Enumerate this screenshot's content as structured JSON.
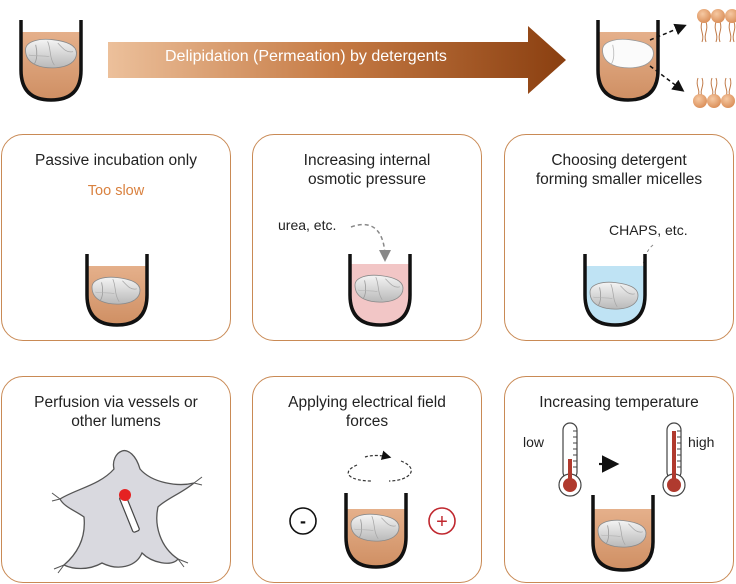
{
  "header": {
    "arrow_label": "Delipidation (Permeation) by detergents"
  },
  "panels": [
    {
      "title": "Passive incubation only",
      "note": "Too slow"
    },
    {
      "title": "Increasing internal\nosmotic pressure",
      "note": "urea, etc."
    },
    {
      "title": "Choosing detergent\nforming smaller micelles",
      "note": "CHAPS, etc."
    },
    {
      "title": "Perfusion via vessels or\nother lumens"
    },
    {
      "title": "Applying electrical field\nforces",
      "minus": "-",
      "plus": "+"
    },
    {
      "title": "Increasing temperature",
      "low": "low",
      "high": "high"
    }
  ],
  "colors": {
    "border": "#c98a55",
    "arrow_start": "#e7b78e",
    "arrow_end": "#8e4515",
    "fluid_orange": "#d9a07a",
    "fluid_pink": "#f2c8c8",
    "fluid_blue": "#bfe3f4",
    "slow_text": "#d9813f",
    "plus_red": "#c0282f"
  }
}
